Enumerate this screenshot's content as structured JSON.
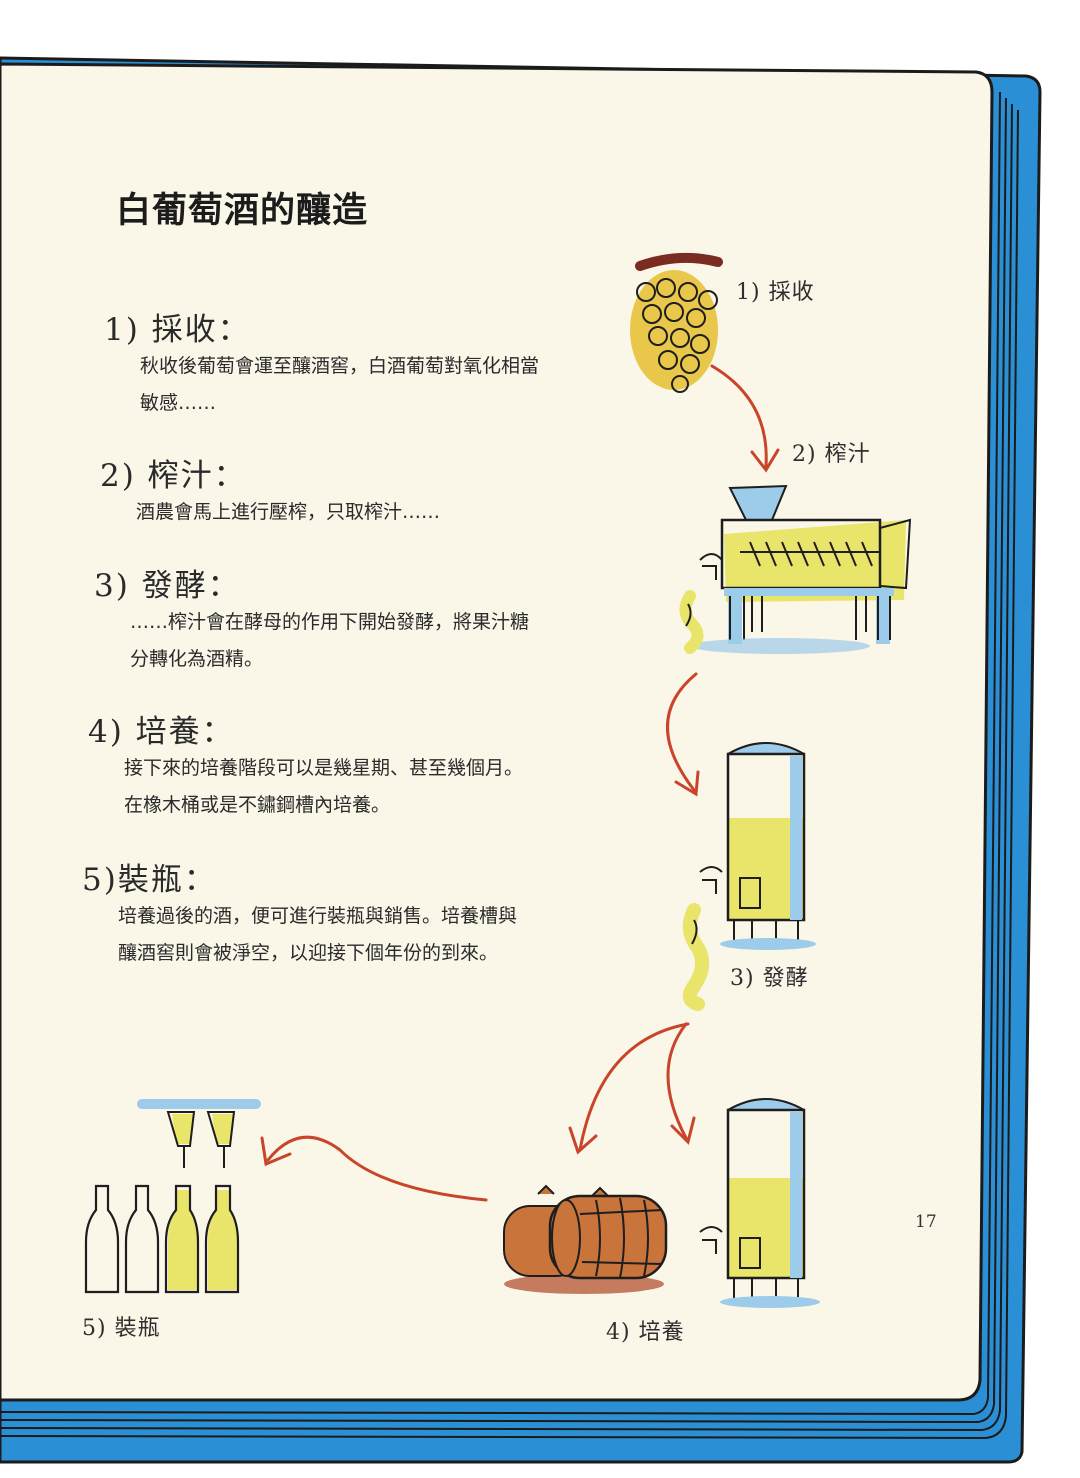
{
  "page": {
    "title": "白葡萄酒的釀造",
    "page_number": "17"
  },
  "steps": [
    {
      "heading": "1) 採收：",
      "body": [
        "秋收後葡萄會運至釀酒窖，白酒葡萄對氧化相當",
        "敏感……"
      ]
    },
    {
      "heading": "2) 榨汁：",
      "body": [
        "酒農會馬上進行壓榨，只取榨汁……"
      ]
    },
    {
      "heading": "3) 發酵：",
      "body": [
        "……榨汁會在酵母的作用下開始發酵，將果汁糖",
        "分轉化為酒精。"
      ]
    },
    {
      "heading": "4) 培養：",
      "body": [
        "接下來的培養階段可以是幾星期、甚至幾個月。",
        "在橡木桶或是不鏽鋼槽內培養。"
      ]
    },
    {
      "heading": "5)裝瓶：",
      "body": [
        "培養過後的酒，便可進行裝瓶與銷售。培養槽與",
        "釀酒窖則會被淨空，以迎接下個年份的到來。"
      ]
    }
  ],
  "captions": {
    "harvest": "1) 採收",
    "press": "2) 榨汁",
    "ferment": "3) 發酵",
    "aging": "4) 培養",
    "bottling": "5) 裝瓶"
  },
  "icons": {
    "grapes": "grape-cluster-icon",
    "press": "wine-press-icon",
    "tank": "steel-tank-icon",
    "barrel": "oak-barrel-icon",
    "bottles": "wine-bottle-icon"
  },
  "colors": {
    "cover": "#2b8fd6",
    "page": "#faf6e8",
    "wine": "#e9e46a",
    "steel": "#9dcbea",
    "arrow": "#c8452b",
    "barrel": "#c8743a",
    "ink": "#1e1e1e"
  }
}
